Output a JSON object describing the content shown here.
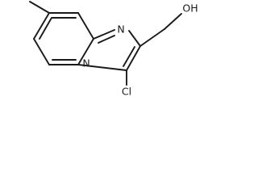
{
  "molecule": {
    "atoms": {
      "n_imidazole": "N",
      "n_bridgehead": "N",
      "hydroxyl": "OH",
      "chlorine": "Cl"
    }
  }
}
